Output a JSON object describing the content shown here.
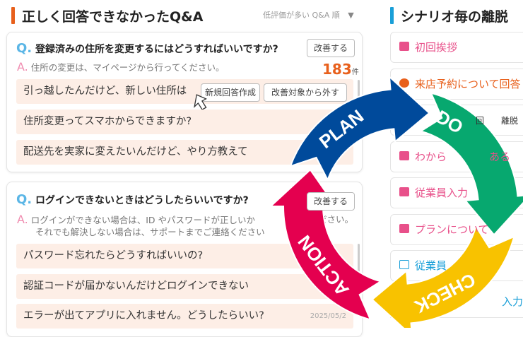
{
  "left": {
    "title": "正しく回答できなかったQ&A",
    "sort_label": "低評価が多い Q&A 順",
    "accent": "#e8601c",
    "cards": [
      {
        "q_mark": "Q.",
        "question": "登録済みの住所を変更するにはどうすればいいですか?",
        "a_mark": "A.",
        "answer": [
          "住所の変更は、マイページから行ってください。"
        ],
        "improve_label": "改善する",
        "count": "183",
        "count_unit": "件",
        "rows": [
          {
            "text": "引っ越したんだけど、新しい住所は",
            "date": ""
          },
          {
            "text": "住所変更ってスマホからできますか?",
            "date": ""
          },
          {
            "text": "配送先を実家に変えたいんだけど、やり方教えて",
            "date": ""
          }
        ],
        "row_actions": {
          "new_answer": "新規回答作成",
          "exclude": "改善対象から外す"
        }
      },
      {
        "q_mark": "Q.",
        "question": "ログインできないときはどうしたらいいですか?",
        "a_mark": "A.",
        "answer": [
          "ログインができない場合は、ID やパスワードが正しいか",
          "それでも解決しない場合は、サポートまでご連絡ください"
        ],
        "answer_tail": "ださい。",
        "improve_label": "改善する",
        "rows": [
          {
            "text": "パスワード忘れたらどうすればいいの?",
            "date": ""
          },
          {
            "text": "認証コードが届かないんだけどログインできない",
            "date": ""
          },
          {
            "text": "エラーが出てアプリに入れません。どうしたらいい?",
            "date": "2025/05/2"
          }
        ]
      }
    ]
  },
  "right": {
    "title": "シナリオ毎の離脱",
    "accent": "#1a9fd8",
    "items": [
      {
        "label": "初回挨拶",
        "color": "#e8508a",
        "icon": "chat-icon"
      },
      {
        "label": "来店予約について回答",
        "color": "#e8601c",
        "icon": "brain-icon"
      },
      {
        "label": "回　　離脱",
        "color": "#333",
        "icon": ""
      },
      {
        "label": "わから　　　　ある",
        "color": "#e8508a",
        "icon": "chat-icon"
      },
      {
        "label": "従業員入力",
        "color": "#e8508a",
        "icon": "chat-icon"
      },
      {
        "label": "プランについて",
        "color": "#e8508a",
        "icon": "chat-icon"
      },
      {
        "label": "従業員",
        "color": "#1a9fd8",
        "icon": "book-icon"
      },
      {
        "label": "入力",
        "color": "#1a9fd8",
        "icon": ""
      }
    ]
  },
  "cycle": [
    {
      "label": "PLAN",
      "color": "#004a9b"
    },
    {
      "label": "DO",
      "color": "#07a86f"
    },
    {
      "label": "CHECK",
      "color": "#f8c200"
    },
    {
      "label": "ACTION",
      "color": "#e4004f"
    }
  ]
}
